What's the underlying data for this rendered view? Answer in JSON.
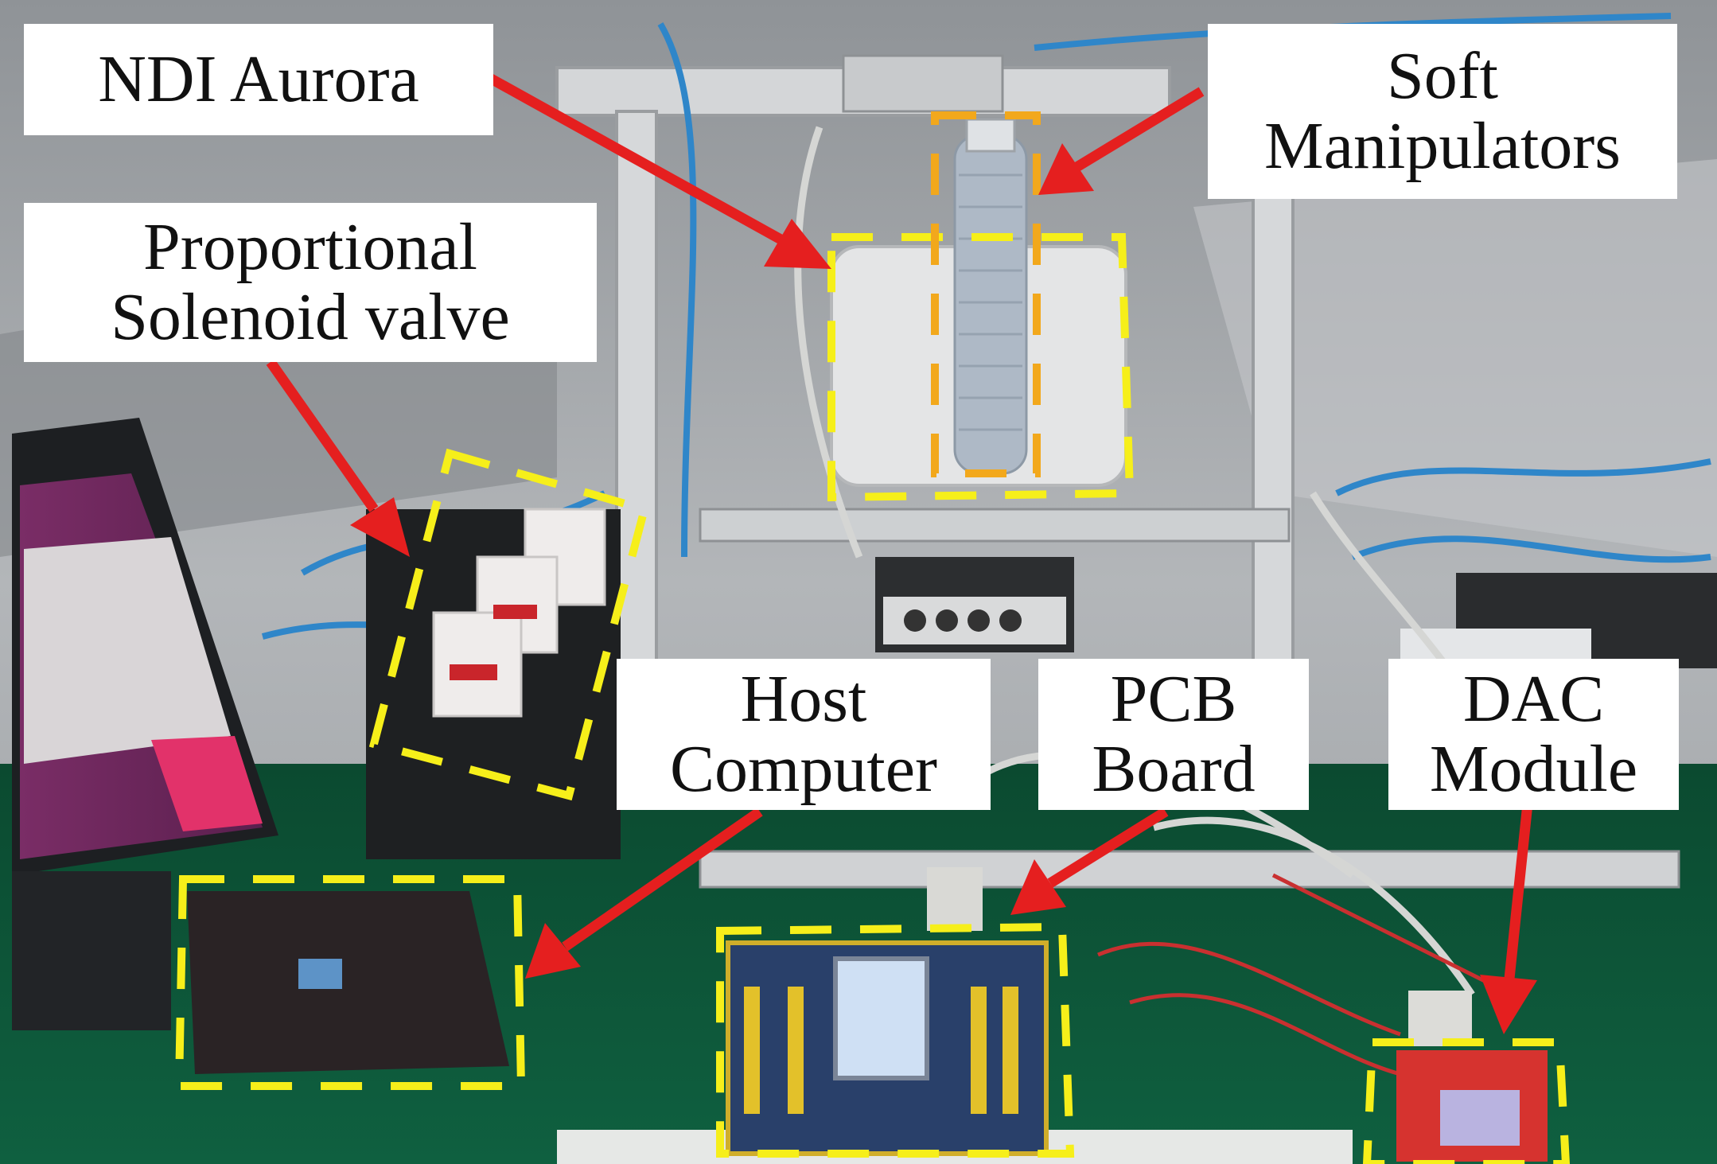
{
  "figure": {
    "labels": {
      "ndi_aurora": [
        "NDI Aurora"
      ],
      "soft_manipulators": [
        "Soft",
        "Manipulators"
      ],
      "solenoid_valve": [
        "Proportional",
        "Solenoid valve"
      ],
      "host_computer": [
        "Host",
        "Computer"
      ],
      "pcb_board": [
        "PCB",
        "Board"
      ],
      "dac_module": [
        "DAC",
        "Module"
      ]
    },
    "colors": {
      "arrow": "#e51f1f",
      "box_yellow": "#f6ef1a",
      "box_orange": "#f2a81c",
      "table_green": "#0f5a3a",
      "tent_gray": "#a8acb0",
      "frame_aluminum": "#d6d8da",
      "label_bg": "#ffffff",
      "label_text": "#111111"
    }
  }
}
